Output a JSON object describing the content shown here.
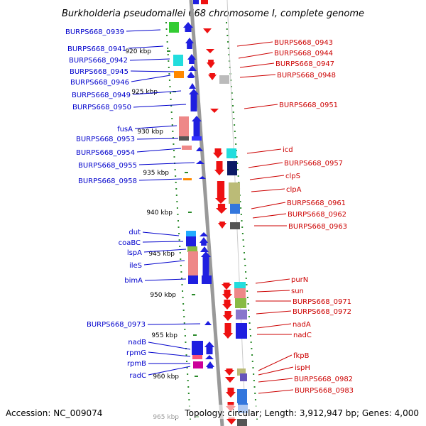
{
  "title": "Burkholderia pseudomallei 668 chromosome I, complete genome",
  "accession": "Accession: NC_009074",
  "topology": "Topology: circular; Length: 3,912,947 bp; Genes: 4,000",
  "colors": {
    "left_label": "#0000cc",
    "right_label": "#cc0000",
    "forward_gene": "#1f1fe0",
    "reverse_gene": "#ee1111",
    "backbone": "#999999",
    "dots": "#2a8a2a"
  },
  "ticks": [
    "920 kbp",
    "925 kbp",
    "930 kbp",
    "935 kbp",
    "940 kbp",
    "945 kbp",
    "950 kbp",
    "955 kbp",
    "960 kbp",
    "965 kbp"
  ],
  "left_genes": [
    "BURPS668_0939",
    "BURPS668_0941",
    "BURPS668_0942",
    "BURPS668_0945",
    "BURPS668_0946",
    "BURPS668_0949",
    "BURPS668_0950",
    "fusA",
    "BURPS668_0953",
    "BURPS668_0954",
    "BURPS668_0955",
    "BURPS668_0958",
    "dut",
    "coaBC",
    "lspA",
    "ileS",
    "bimA",
    "BURPS668_0973",
    "nadB",
    "rpmG",
    "rpmB",
    "radC"
  ],
  "right_genes": [
    "BURPS668_0943",
    "BURPS668_0944",
    "BURPS668_0947",
    "BURPS668_0948",
    "BURPS668_0951",
    "icd",
    "BURPS668_0957",
    "clpS",
    "clpA",
    "BURPS668_0961",
    "BURPS668_0962",
    "BURPS668_0963",
    "purN",
    "sun",
    "BURPS668_0971",
    "BURPS668_0972",
    "nadA",
    "nadC",
    "fkpB",
    "ispH",
    "BURPS668_0982",
    "BURPS668_0983"
  ]
}
